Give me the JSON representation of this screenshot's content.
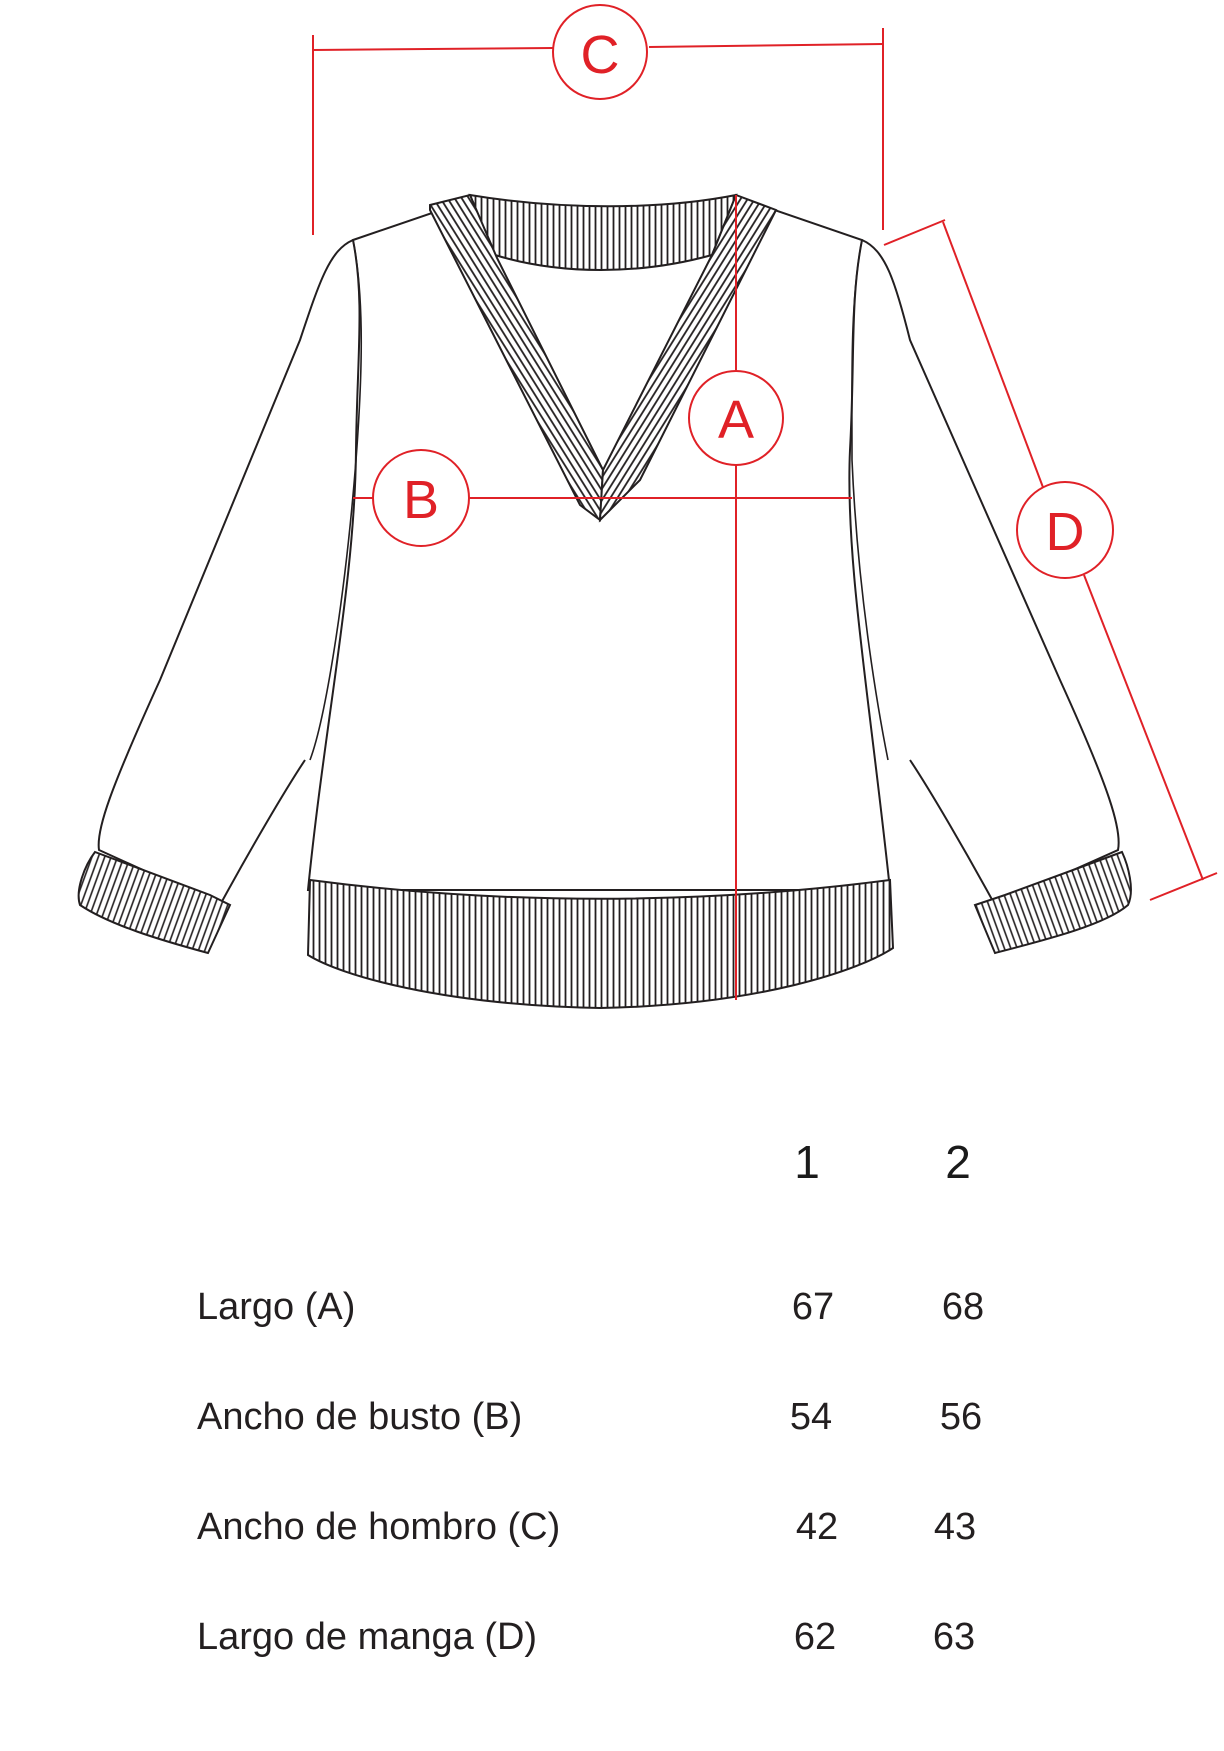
{
  "markers": {
    "a": "A",
    "b": "B",
    "c": "C",
    "d": "D"
  },
  "colors": {
    "measure_line": "#e02127",
    "garment_outline": "#231f20"
  },
  "table": {
    "size_headers": [
      "1",
      "2"
    ],
    "rows": [
      {
        "label": "Largo (A)",
        "values": [
          "67",
          "68"
        ]
      },
      {
        "label": "Ancho de busto (B)",
        "values": [
          "54",
          "56"
        ]
      },
      {
        "label": "Ancho de hombro (C)",
        "values": [
          "42",
          "43"
        ]
      },
      {
        "label": "Largo de manga (D)",
        "values": [
          "62",
          "63"
        ]
      }
    ]
  }
}
